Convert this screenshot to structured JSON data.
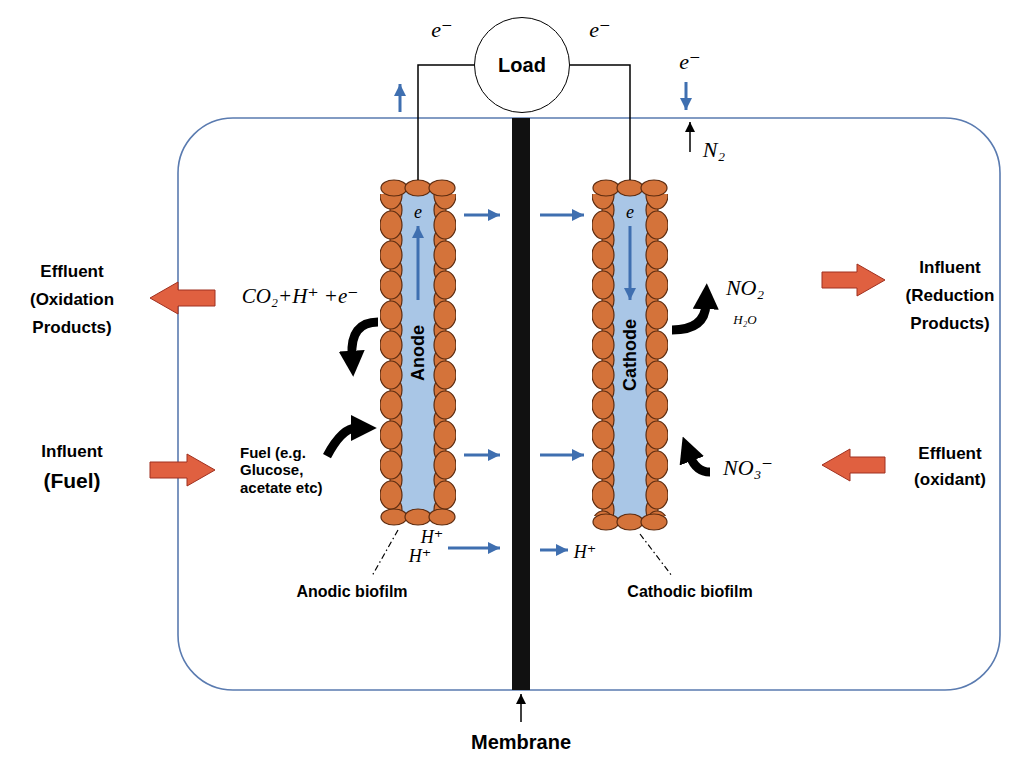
{
  "diagram": {
    "nodes": [
      {
        "text": [
          "Load"
        ]
      },
      {
        "text": [
          "Anode"
        ]
      },
      {
        "text": [
          "Cathode"
        ]
      }
    ],
    "edges": [
      {
        "from": 1,
        "to": 0,
        "arrow": "none"
      },
      {
        "from": 0,
        "to": 2,
        "arrow": "none"
      }
    ],
    "labels": [
      "e⁻",
      "e⁻",
      "e⁻",
      "CO₂+H⁺ +e⁻",
      "e",
      "e",
      "Effluent (Oxidation Products)",
      "Influent",
      "(Fuel)",
      "Fuel (e.g. Glucose, acetate etc)",
      "H⁺",
      "H⁺",
      "H⁺",
      "Anodic biofilm",
      "Cathodic biofilm",
      "N₂",
      "NO₂",
      "H₂O",
      "NO₃⁻",
      "Influent (Reduction Products)",
      "Effluent (oxidant)",
      "Membrane"
    ]
  }
}
